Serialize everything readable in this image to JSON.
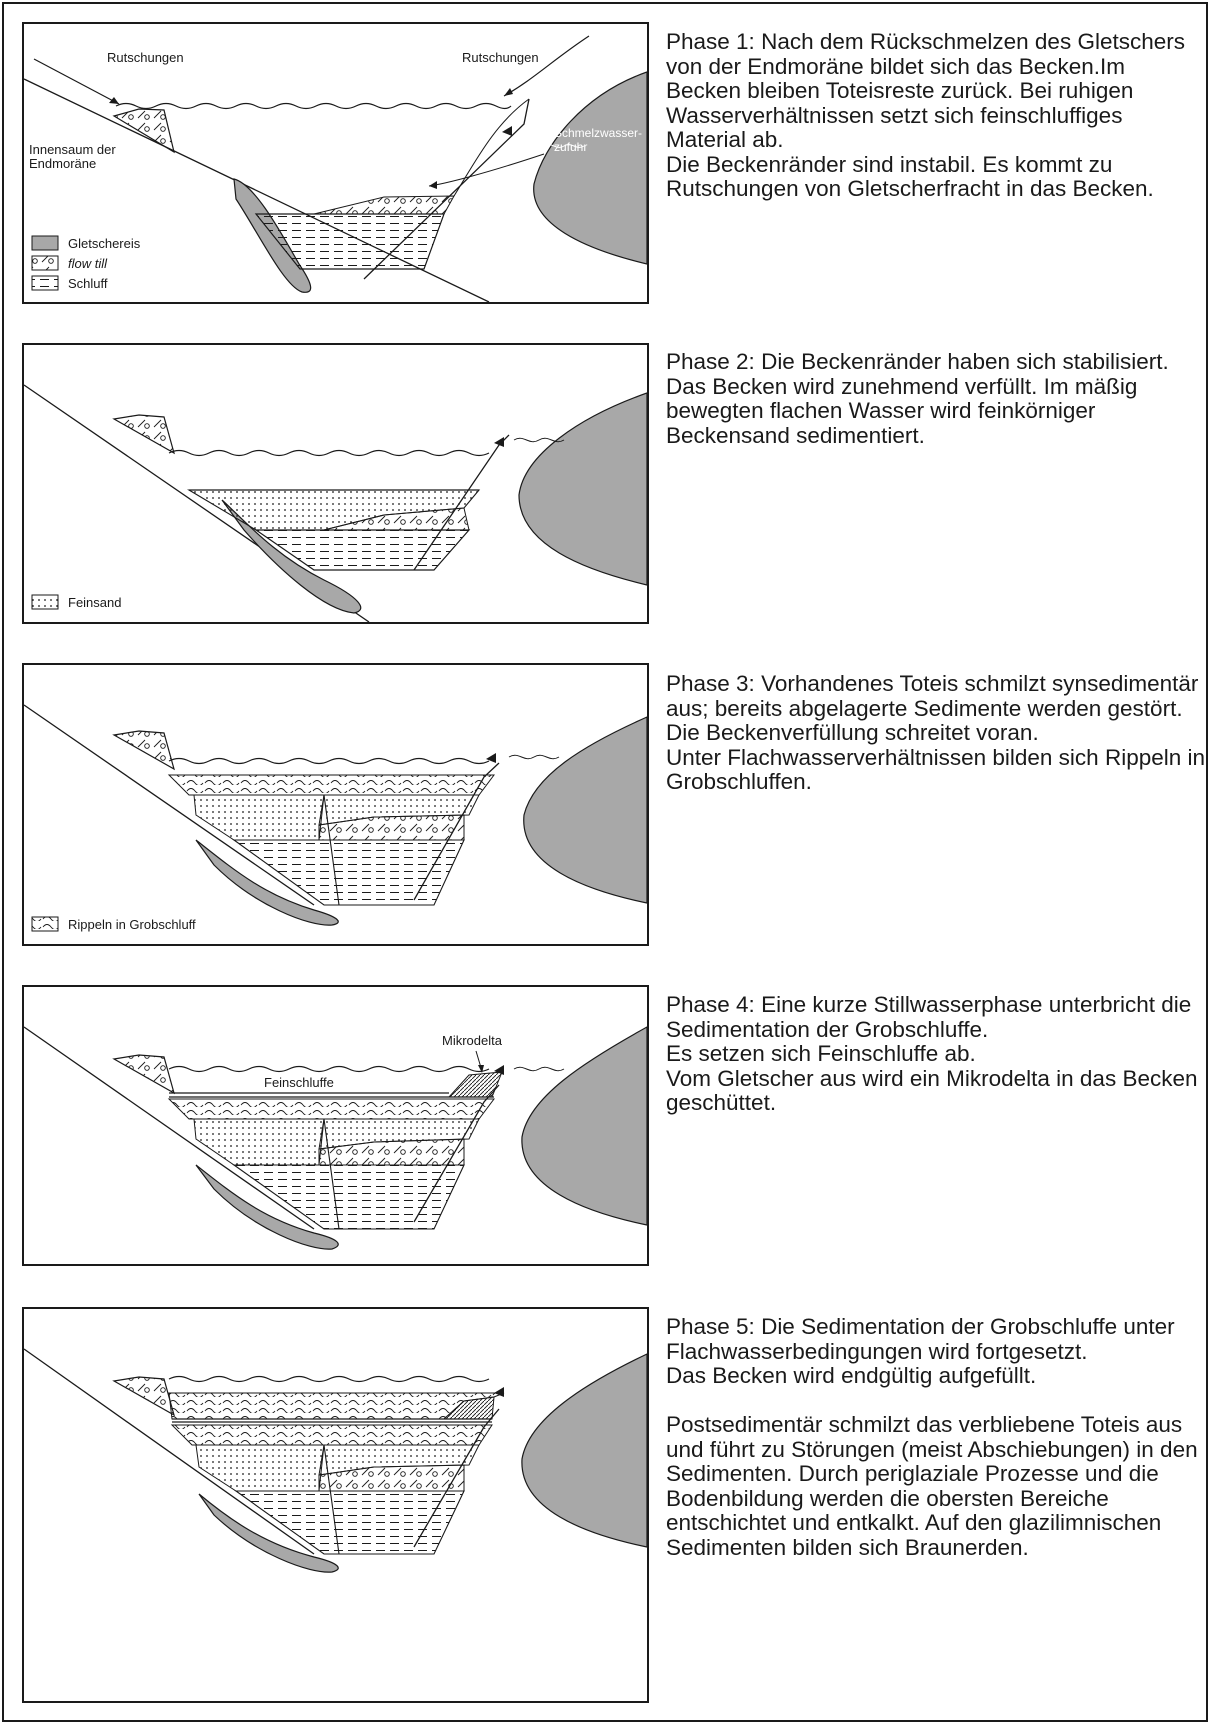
{
  "phases": [
    {
      "text": "Phase 1: Nach dem Rückschmelzen des Gletschers von der Endmoräne bildet sich das Becken.Im Becken bleiben Toteisreste zurück. Bei ruhigen Wasserverhältnissen setzt sich feinschluffiges Material ab.\nDie Beckenränder sind instabil. Es kommt zu Rutschungen von Gletscherfracht in das Becken.",
      "labels": {
        "rutsch_left": "Rutschungen",
        "rutsch_right": "Rutschungen",
        "innensaum_1": "Innensaum der",
        "innensaum_2": "Endmoräne",
        "schmelz_1": "Schmelzwasser-",
        "schmelz_2": "zufuhr"
      },
      "legend": [
        "Gletschereis",
        "flow till",
        "Schluff"
      ]
    },
    {
      "text": "Phase 2: Die Beckenränder haben sich stabilisiert.\nDas Becken wird zunehmend verfüllt. Im mäßig bewegten flachen Wasser wird feinkörniger Beckensand sedimentiert.",
      "legend": [
        "Feinsand"
      ]
    },
    {
      "text": "Phase 3: Vorhandenes Toteis schmilzt synsedimentär aus; bereits abgelagerte Sedimente werden gestört.\nDie Beckenverfüllung schreitet voran.\nUnter Flachwasserverhältnissen bilden sich Rippeln in Grobschluffen.",
      "legend": [
        "Rippeln in Grobschluff"
      ]
    },
    {
      "text": "Phase 4: Eine kurze Stillwasserphase unterbricht die Sedimentation der Grobschluffe.\nEs setzen sich Feinschluffe ab.\nVom Gletscher aus wird ein Mikrodelta in das Becken geschüttet.",
      "labels": {
        "mikrodelta": "Mikrodelta",
        "feinschluffe": "Feinschluffe"
      }
    },
    {
      "text": "Phase 5: Die Sedimentation der Grobschluffe unter Flachwasserbedingungen wird fortgesetzt.\nDas Becken wird endgültig aufgefüllt.\n\nPostsedimentär schmilzt das verbliebene Toteis aus und führt zu Störungen (meist Abschiebungen) in den Sedimenten. Durch periglaziale Prozesse und die Bodenbildung werden die obersten Bereiche entschichtet und entkalkt. Auf den glazilimnischen Sedimenten bilden sich Braunerden."
    }
  ],
  "colors": {
    "ice": "#a8a8a8",
    "line": "#1a1a1a"
  }
}
